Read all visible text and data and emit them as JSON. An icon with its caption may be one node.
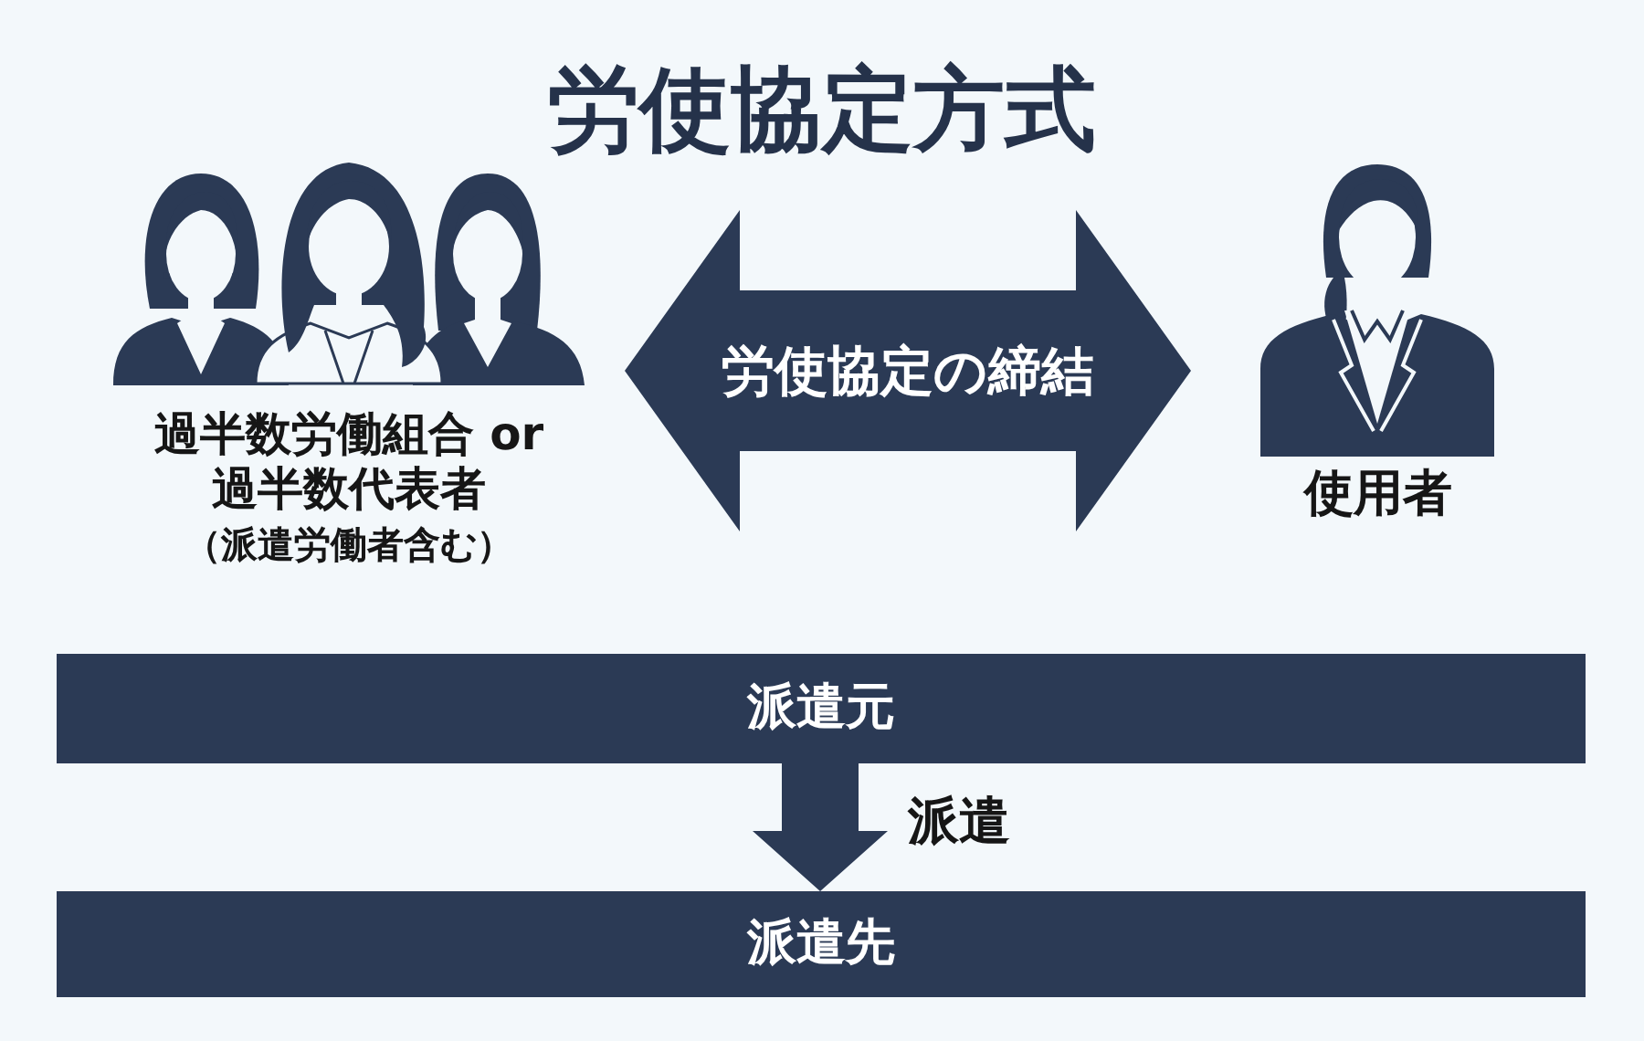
{
  "diagram": {
    "title": "労使協定方式",
    "nodes": [
      {
        "text": [
          "過半数労働組合 or 過半数代表者",
          "（派遣労働者含む）"
        ]
      },
      {
        "text": [
          "使用者"
        ]
      },
      {
        "text": [
          "派遣元"
        ]
      },
      {
        "text": [
          "派遣先"
        ]
      }
    ],
    "edges": [
      {
        "from": 0,
        "to": 1,
        "arrow": "both",
        "label": "労使協定の締結"
      },
      {
        "from": 2,
        "to": 3,
        "arrow": "to",
        "label": "派遣"
      }
    ]
  }
}
